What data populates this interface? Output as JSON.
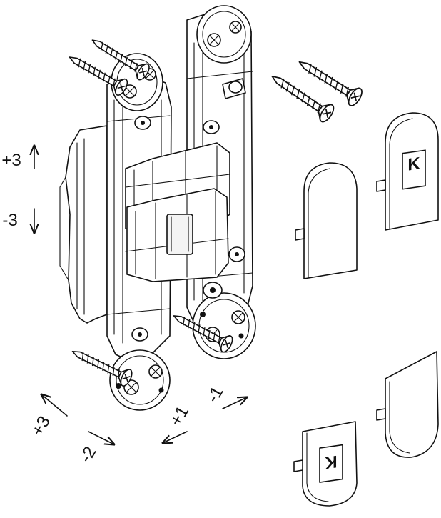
{
  "labels": {
    "vertical_plus": "+3",
    "vertical_minus": "-3",
    "depth_plus": "+3",
    "depth_minus": "-2",
    "lateral_plus": "+1",
    "lateral_minus": "-1"
  },
  "cover_logo_letter": "K",
  "colors": {
    "line": "#111111",
    "background": "#ffffff"
  }
}
